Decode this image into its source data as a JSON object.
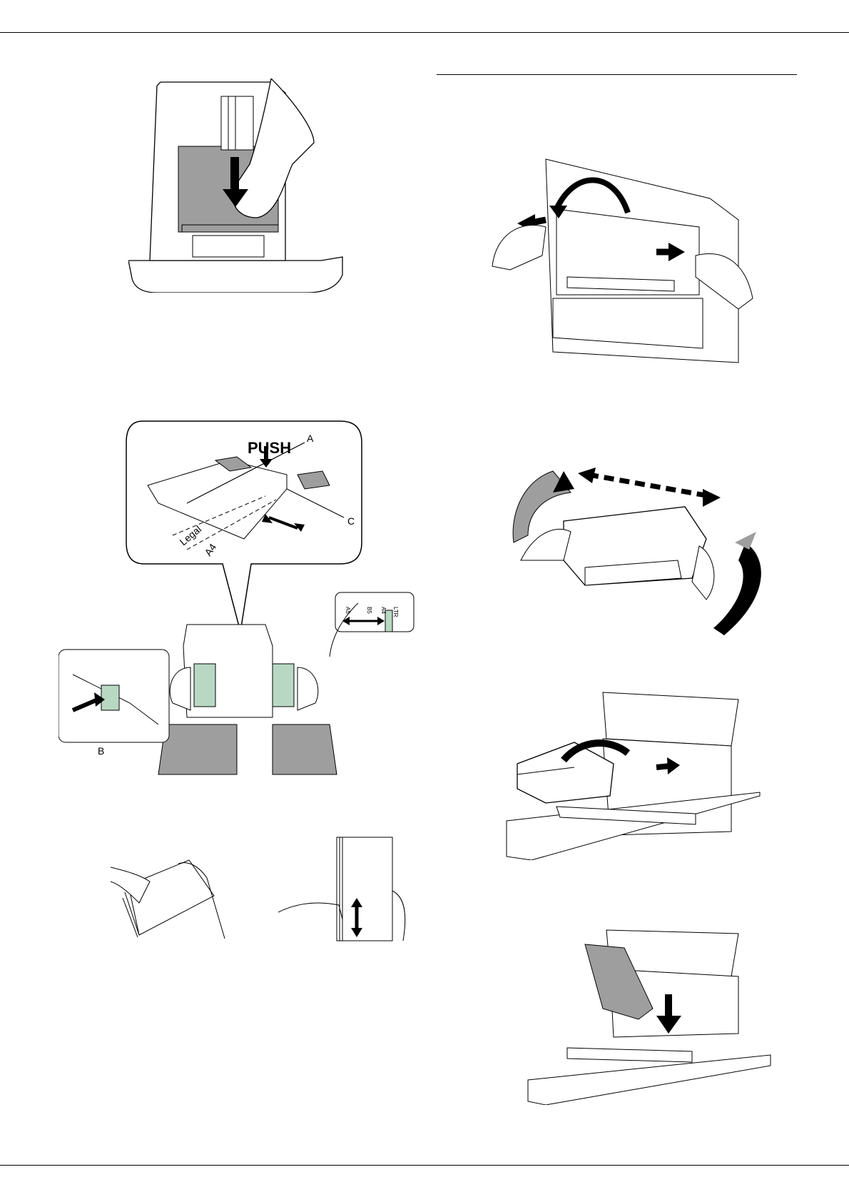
{
  "callouts": {
    "push": "PUSH",
    "a": "A",
    "b": "B",
    "c": "C",
    "legal": "Legal",
    "a4": "A4"
  },
  "scale_marks": [
    "A5",
    "B5",
    "A4",
    "LTR"
  ],
  "colors": {
    "accent_green": "#b9d8c4",
    "shade_gray": "#9e9e9e",
    "line": "#000000"
  },
  "figures": [
    "tray-press-down-illustration",
    "tray-guide-adjust-illustration",
    "fan-paper-illustration",
    "align-paper-stack-illustration",
    "open-front-cover-illustration",
    "shake-cartridge-illustration",
    "insert-cartridge-illustration",
    "push-cartridge-down-illustration"
  ]
}
